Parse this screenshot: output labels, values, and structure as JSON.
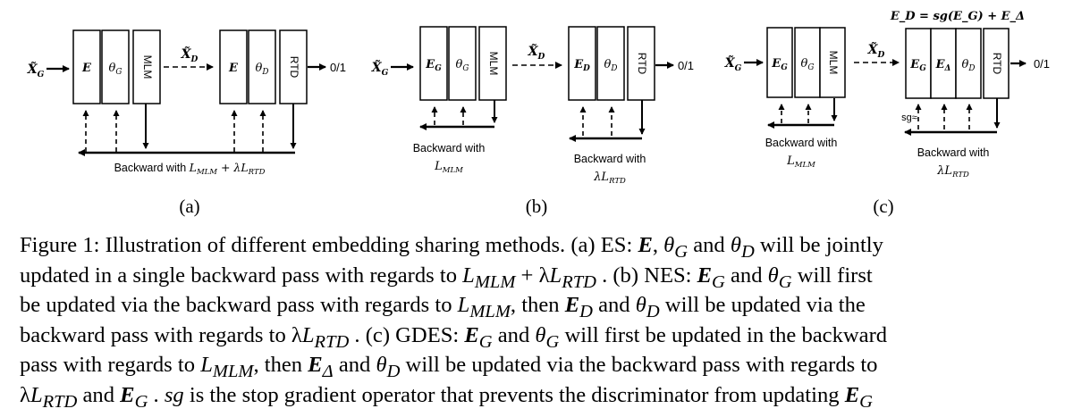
{
  "panels": [
    {
      "input_label": "X̃",
      "input_sub": "G",
      "gen_blocks": [
        {
          "main": "E",
          "sub": ""
        },
        {
          "main": "θ",
          "sub": "G"
        },
        {
          "main": "MLM",
          "sub": ""
        }
      ],
      "mid_label": "X̃",
      "mid_sub": "D",
      "disc_blocks": [
        {
          "main": "E",
          "sub": ""
        },
        {
          "main": "θ",
          "sub": "D"
        },
        {
          "main": "RTD",
          "sub": ""
        }
      ],
      "output": "0/1",
      "backward_text_1": "Backward with ",
      "backward_text_2": "L",
      "backward_text_2_sub": "MLM",
      "backward_text_3": " + λ",
      "backward_text_4": "L",
      "backward_text_4_sub": "RTD",
      "panel_label": "(a)"
    },
    {
      "input_label": "X̃",
      "input_sub": "G",
      "gen_blocks": [
        {
          "main": "E",
          "sub": "G"
        },
        {
          "main": "θ",
          "sub": "G"
        },
        {
          "main": "MLM",
          "sub": ""
        }
      ],
      "mid_label": "X̃",
      "mid_sub": "D",
      "disc_blocks": [
        {
          "main": "E",
          "sub": "D"
        },
        {
          "main": "θ",
          "sub": "D"
        },
        {
          "main": "RTD",
          "sub": ""
        }
      ],
      "output": "0/1",
      "gen_backward_line1": "Backward with",
      "gen_backward_line2": "L",
      "gen_backward_line2_sub": "MLM",
      "disc_backward_line1": "Backward with",
      "disc_backward_line2": "λL",
      "disc_backward_line2_sub": "RTD",
      "panel_label": "(b)"
    },
    {
      "top_equation": "E_D = sg(E_G) + E_Δ",
      "input_label": "X̃",
      "input_sub": "G",
      "gen_blocks": [
        {
          "main": "E",
          "sub": "G"
        },
        {
          "main": "θ",
          "sub": "G"
        },
        {
          "main": "MLM",
          "sub": ""
        }
      ],
      "mid_label": "X̃",
      "mid_sub": "D",
      "disc_blocks": [
        {
          "main": "E",
          "sub": "G"
        },
        {
          "main": "E",
          "sub": "Δ"
        },
        {
          "main": "θ",
          "sub": "D"
        },
        {
          "main": "RTD",
          "sub": ""
        }
      ],
      "output": "0/1",
      "sg_label": "sg≈",
      "gen_backward_line1": "Backward with",
      "gen_backward_line2": "L",
      "gen_backward_line2_sub": "MLM",
      "disc_backward_line1": "Backward with",
      "disc_backward_line2": "λL",
      "disc_backward_line2_sub": "RTD",
      "panel_label": "(c)"
    }
  ],
  "caption": {
    "l1_a": "Figure 1: Illustration of different embedding sharing methods. (a) ES: ",
    "l1_b": "E",
    "l1_c": ", ",
    "l1_d": "θ",
    "l1_e": "G",
    "l1_f": " and ",
    "l1_g": "θ",
    "l1_h": "D",
    "l1_i": " will be jointly",
    "l2_a": "updated in a single backward pass with regards to ",
    "l2_b": "L",
    "l2_c": "MLM",
    "l2_d": " + λ",
    "l2_e": "L",
    "l2_f": "RTD",
    "l2_g": " . (b) NES: ",
    "l2_h": "E",
    "l2_i": "G",
    "l2_j": " and ",
    "l2_k": "θ",
    "l2_l": "G",
    "l2_m": " will first",
    "l3_a": "be updated via the backward pass with regards to ",
    "l3_b": "L",
    "l3_c": "MLM",
    "l3_d": ", then ",
    "l3_e": "E",
    "l3_f": "D",
    "l3_g": " and ",
    "l3_h": "θ",
    "l3_i": "D",
    "l3_j": " will be updated via the",
    "l4_a": "backward pass with regards to ",
    "l4_b": "λ",
    "l4_c": "L",
    "l4_d": "RTD",
    "l4_e": " . (c) GDES: ",
    "l4_f": "E",
    "l4_g": "G",
    "l4_h": " and ",
    "l4_i": "θ",
    "l4_j": "G",
    "l4_k": " will first be updated in the backward",
    "l5_a": "pass with regards to ",
    "l5_b": "L",
    "l5_c": "MLM",
    "l5_d": ", then ",
    "l5_e": "E",
    "l5_f": "Δ",
    "l5_g": " and ",
    "l5_h": "θ",
    "l5_i": "D",
    "l5_j": " will be updated via the backward pass with regards to",
    "l6_a": "λ",
    "l6_b": "L",
    "l6_c": "RTD",
    "l6_d": " and ",
    "l6_e": "E",
    "l6_f": "G",
    "l6_g": " . ",
    "l6_h": "sg",
    "l6_i": " is the stop gradient operator that prevents the discriminator from updating ",
    "l6_j": "E",
    "l6_k": "G"
  },
  "colors": {
    "ink": "#000000",
    "background": "#ffffff"
  }
}
